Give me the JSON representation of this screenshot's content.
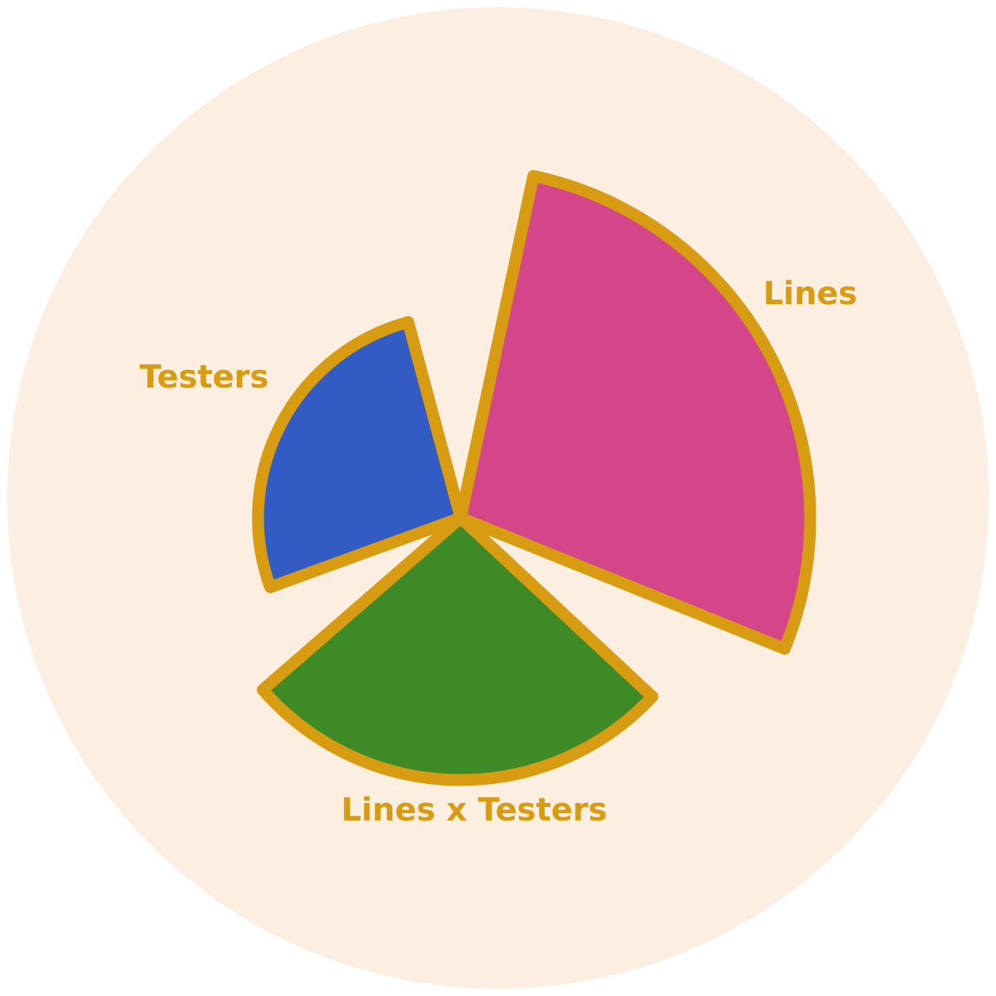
{
  "chart_data": {
    "type": "pie",
    "title": "",
    "variant": "polar-area",
    "slices": [
      {
        "label": "Lines",
        "value": 1.0,
        "color": "#d44589"
      },
      {
        "label": "Lines x Testers",
        "value": 0.75,
        "color": "#3d8a27"
      },
      {
        "label": "Testers",
        "value": 0.58,
        "color": "#335bc4"
      }
    ]
  },
  "colors": {
    "background_disc": "#fcefe2",
    "slice_outline": "#d89c12",
    "label_text": "#d89c12"
  }
}
